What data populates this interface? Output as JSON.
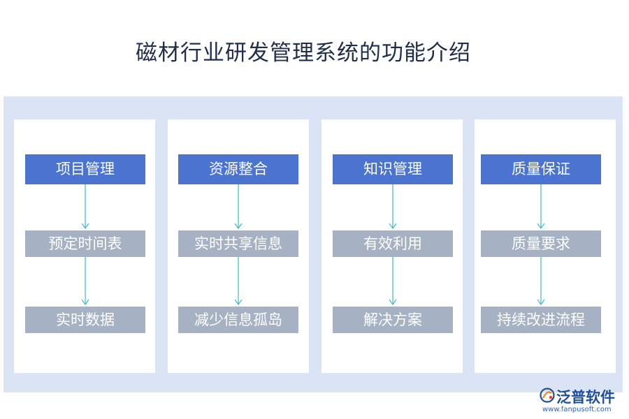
{
  "title": "磁材行业研发管理系统的功能介绍",
  "columns": [
    {
      "head": "项目管理",
      "steps": [
        "预定时间表",
        "实时数据"
      ]
    },
    {
      "head": "资源整合",
      "steps": [
        "实时共享信息",
        "减少信息孤岛"
      ]
    },
    {
      "head": "知识管理",
      "steps": [
        "有效利用",
        "解决方案"
      ]
    },
    {
      "head": "质量保证",
      "steps": [
        "质量要求",
        "持续改进流程"
      ]
    }
  ],
  "logo": {
    "name": "泛普软件",
    "url": "www.fanpusoft.com",
    "icon": "fanpu-logo-icon"
  },
  "colors": {
    "header": "#4a74d0",
    "step": "#a6b1c3",
    "panel": "#dbe4f5",
    "arrow": "#3fb8c6"
  }
}
